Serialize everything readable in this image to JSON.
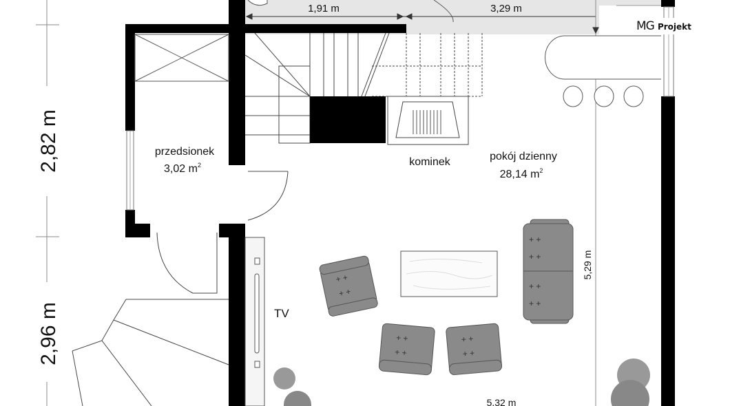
{
  "logo": {
    "mg": "MG",
    "projekt": "Projekt"
  },
  "dimensions": {
    "top_left": "1,91 m",
    "top_right": "3,29 m",
    "left_upper": "2,82 m",
    "left_lower": "2,96 m",
    "room_height": "5,29 m",
    "room_width": "5.32 m"
  },
  "rooms": [
    {
      "name": "przedsionek",
      "area": "3,02 m",
      "unit_sup": "2"
    },
    {
      "name": "pokój dzienny",
      "area": "28,14 m",
      "unit_sup": "2"
    }
  ],
  "labels": {
    "fireplace": "kominek",
    "tv": "TV"
  }
}
